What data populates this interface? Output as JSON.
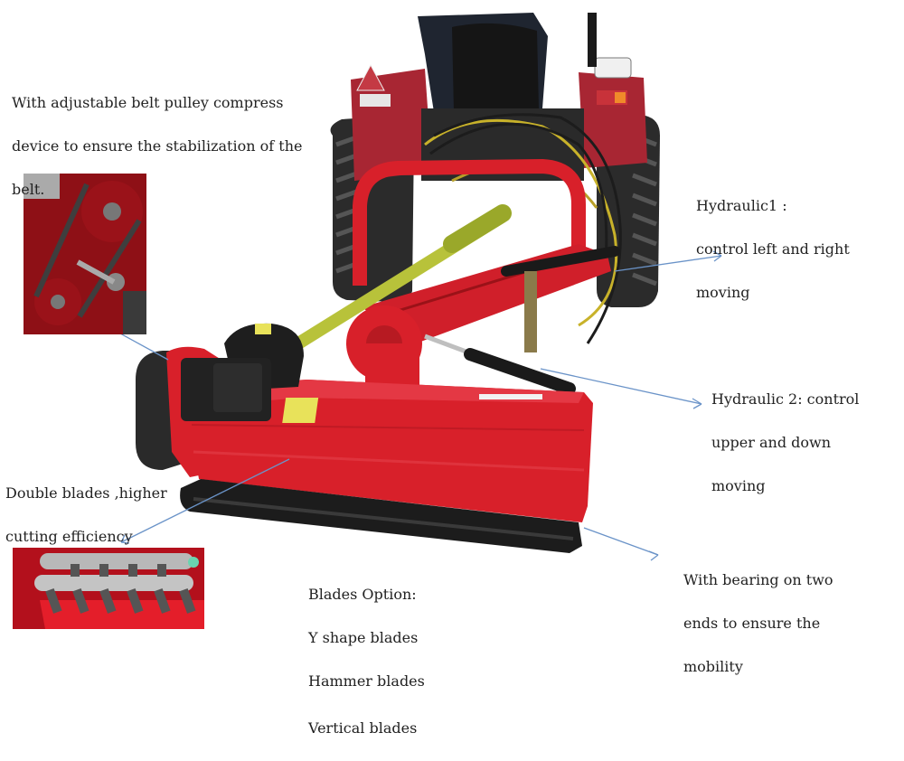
{
  "annotations": {
    "belt_pulley": {
      "lines": [
        "With adjustable belt pulley  compress",
        "device to ensure the stabilization  of the",
        "belt."
      ]
    },
    "hydraulic1": {
      "lines": [
        "Hydraulic1 :",
        "control  left and right",
        "moving"
      ]
    },
    "hydraulic2": {
      "lines": [
        "Hydraulic 2: control",
        "upper and down",
        "moving"
      ]
    },
    "double_blades": {
      "lines": [
        "Double blades ,higher",
        "cutting efficiency"
      ]
    },
    "blades_option": {
      "title": "Blades Option:",
      "options": [
        "Y shape blades",
        "Hammer blades",
        "Vertical blades"
      ]
    },
    "bearing": {
      "lines": [
        "With bearing on two",
        "ends to ensure the",
        "mobility"
      ]
    }
  },
  "images": {
    "main_photo": "tractor-with-side-flail-mower",
    "inset_top": "belt-pulley-detail",
    "inset_bottom": "double-blade-rotor-detail"
  },
  "colors": {
    "mower_red": "#d8202a",
    "dark_red": "#8e1016",
    "tractor_red": "#a82633",
    "tire_dark": "#2b2b2b",
    "pto_shaft": "#b8c23a",
    "decal_yellow": "#e8e25a",
    "arrow_blue": "#6a93c8",
    "text": "#222222"
  }
}
